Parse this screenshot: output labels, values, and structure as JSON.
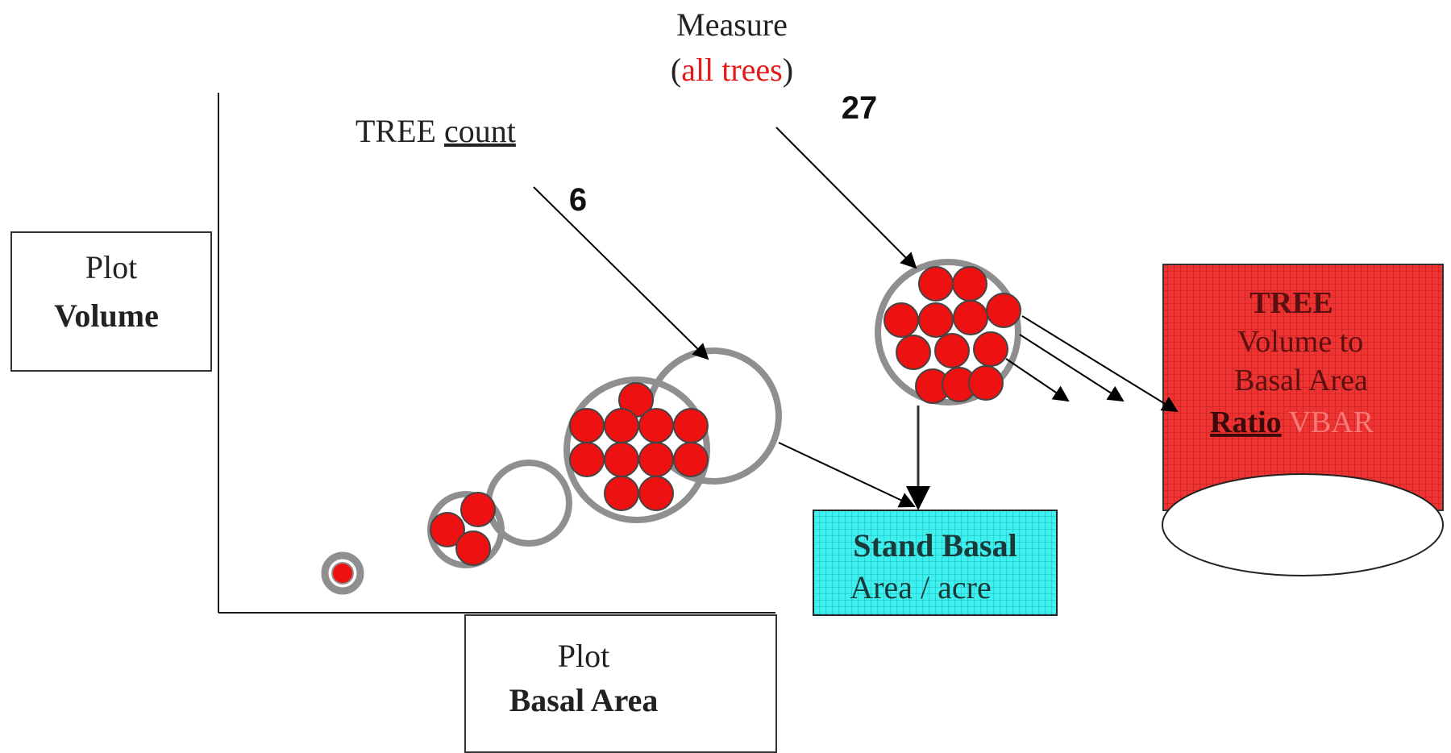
{
  "y_axis_box": {
    "line1": "Plot",
    "line2": "Volume"
  },
  "x_axis_box": {
    "line1": "Plot",
    "line2": "Basal Area"
  },
  "tree_count_label": {
    "prefix": "TREE ",
    "underlined": "count"
  },
  "tree_count_value": "6",
  "measure_label": {
    "line1": "Measure",
    "open_paren": "(",
    "highlight": "all trees",
    "close_paren": ")"
  },
  "measure_value": "27",
  "stand_box": {
    "line1": "Stand Basal",
    "line2": "Area / acre"
  },
  "vbar_box": {
    "line1": "TREE",
    "line2": "Volume to",
    "line3": "Basal Area",
    "line4_underlined": "Ratio",
    "line4_highlight": "VBAR"
  },
  "colors": {
    "tree_red": "#ee1111",
    "plot_ring": "#8f8f8f",
    "stand_fill": "#3ff0f0",
    "vbar_fill": "#ee3333",
    "highlight_red": "#e41a1a",
    "faint_red": "#f77a7a",
    "axis": "#1a1a1a"
  }
}
